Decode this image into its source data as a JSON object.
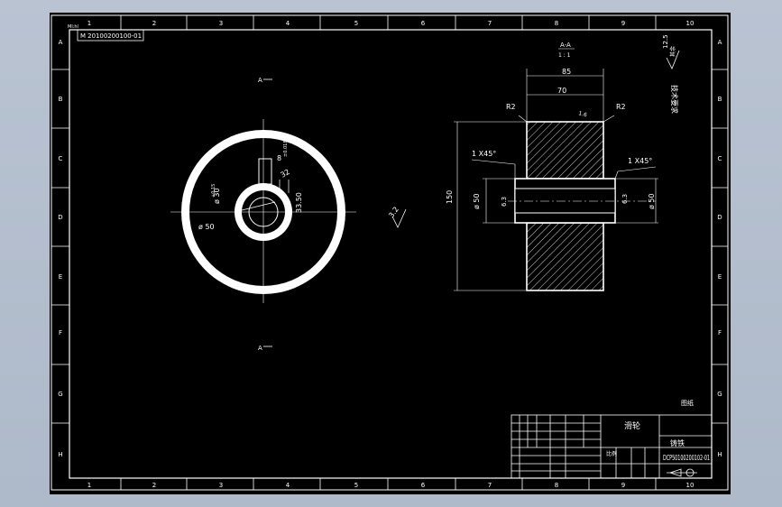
{
  "drawing_no_tab": "M 20100200100-01",
  "drawing_no_tab_small": "Ml:hl",
  "grid": {
    "columns": [
      "1",
      "2",
      "3",
      "4",
      "5",
      "6",
      "7",
      "8",
      "9",
      "10"
    ],
    "rows": [
      "A",
      "B",
      "C",
      "D",
      "E",
      "F",
      "G",
      "H"
    ]
  },
  "front_view": {
    "section_marks": [
      "A",
      "A"
    ],
    "labels": {
      "keyway_width": "8",
      "keyway_tol": "±0.018",
      "keyway_depth": "32",
      "bore": "ø 30",
      "bore_tol": "+0.15",
      "shaft": "ø 50",
      "hub": "33.50"
    }
  },
  "section_view": {
    "title": "A-A",
    "scale": "1 : 1",
    "dims": {
      "overall_width": "85",
      "rim_width": "70",
      "radius_left": "R2",
      "radius_right": "R2",
      "chamfer_left": "1 X45°",
      "chamfer_right": "1 X45°",
      "diameter_overall": "150",
      "hub_left": "ø 50",
      "hub_right": "ø 50",
      "roughness_left": "6.3",
      "roughness_right": "6.3",
      "roughness_top": "1.6"
    }
  },
  "roughness_mid": "3.2",
  "roughness_corner": "12.5",
  "corner_note": "其余",
  "tech_req": "技术要求",
  "title_block": {
    "part_name": "滑轮",
    "material": "铸铁",
    "drawing_no": "DCP50100200102-01",
    "scale_label": "比例",
    "company": "图纸"
  }
}
